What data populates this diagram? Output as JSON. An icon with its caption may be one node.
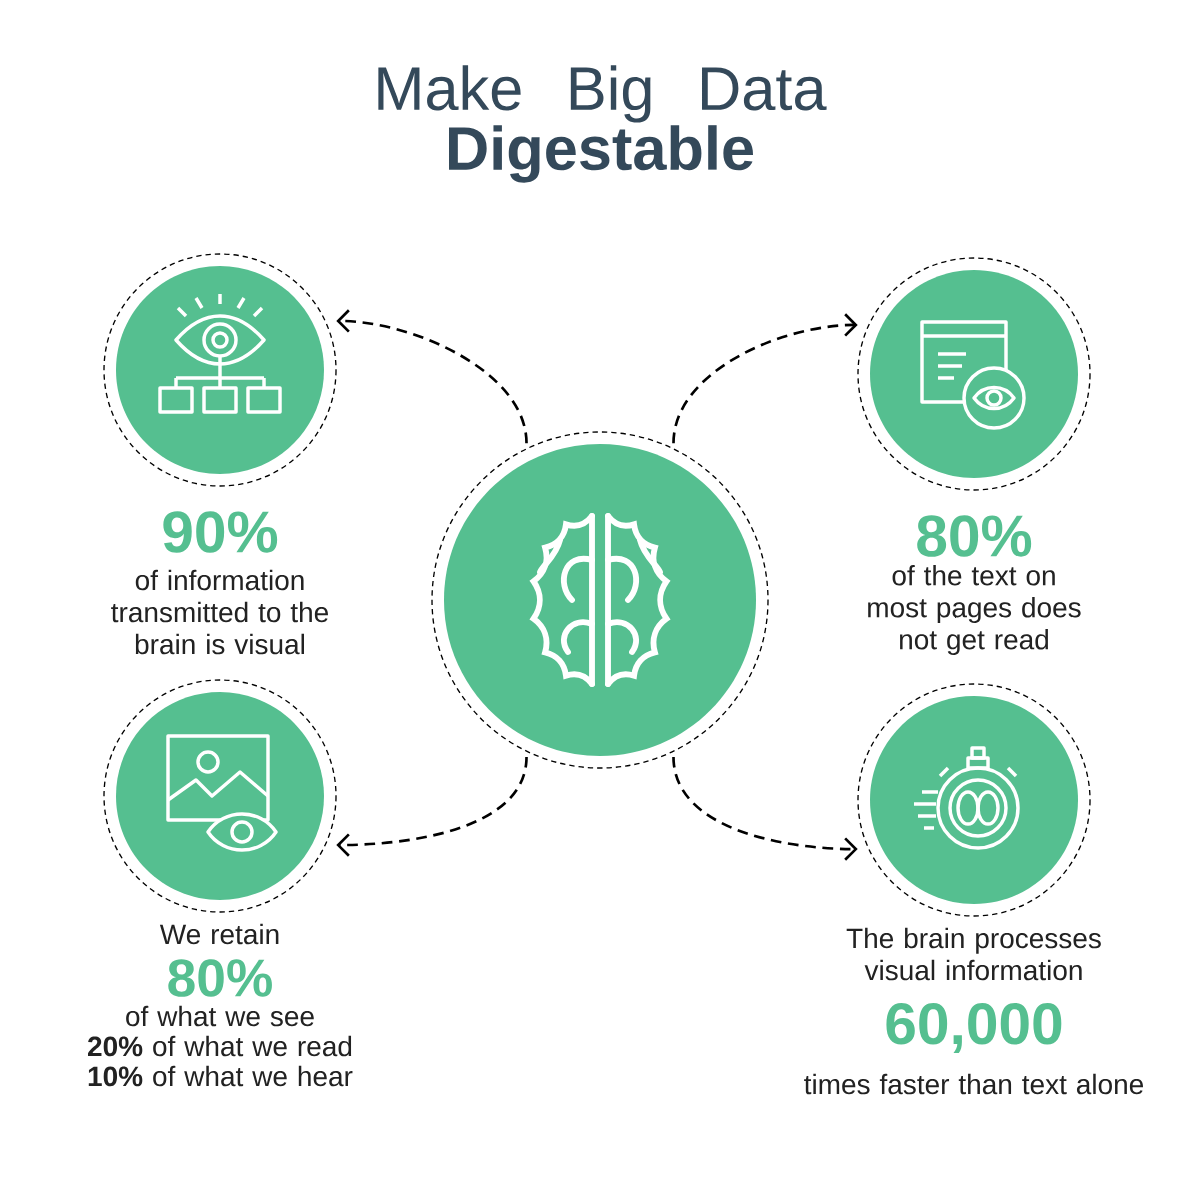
{
  "diagram": {
    "title": "Make Big Data **Digestable**",
    "nodes": [
      {
        "text": [
          "90%",
          "of information transmitted to the brain is visual"
        ]
      },
      {
        "text": [
          "80%",
          "of the text on most pages does not get read"
        ]
      },
      {
        "text": [],
        "shape": "picture"
      },
      {
        "text": [
          "We retain",
          "80%",
          "of what we see",
          "**20%** of what we read",
          "**10%** of what we hear"
        ]
      },
      {
        "text": [
          "The brain processes visual information",
          "60,000",
          "times faster than text alone"
        ]
      }
    ],
    "edges": [
      {
        "from": 2,
        "to": 0,
        "arrow": "to",
        "style": "dashed"
      },
      {
        "from": 2,
        "to": 1,
        "arrow": "to",
        "style": "dashed"
      },
      {
        "from": 2,
        "to": 3,
        "arrow": "to",
        "style": "dashed"
      },
      {
        "from": 2,
        "to": 4,
        "arrow": "to",
        "style": "dashed"
      }
    ]
  }
}
